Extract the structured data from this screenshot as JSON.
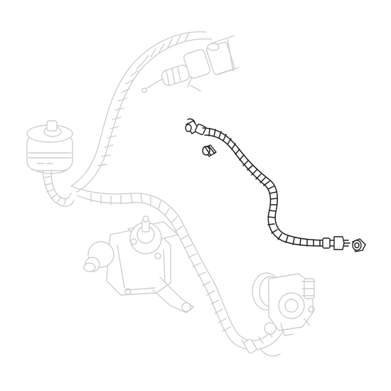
{
  "diagram": {
    "type": "exploded-parts-illustration",
    "highlighted_part": "high-pressure-hose",
    "colors": {
      "background": "#ffffff",
      "ghost_line": "#cfcfcf",
      "highlight_line": "#1e1e1e"
    },
    "components": [
      {
        "name": "power-steering-reservoir",
        "highlighted": false
      },
      {
        "name": "return-hose",
        "highlighted": false
      },
      {
        "name": "clutch-master-cylinder",
        "highlighted": false
      },
      {
        "name": "steering-gearbox",
        "highlighted": false
      },
      {
        "name": "power-steering-pump",
        "highlighted": false
      },
      {
        "name": "high-pressure-hose",
        "highlighted": true
      },
      {
        "name": "flare-nut-fitting",
        "highlighted": true,
        "count": 2
      },
      {
        "name": "banjo-fitting",
        "highlighted": true
      }
    ]
  }
}
